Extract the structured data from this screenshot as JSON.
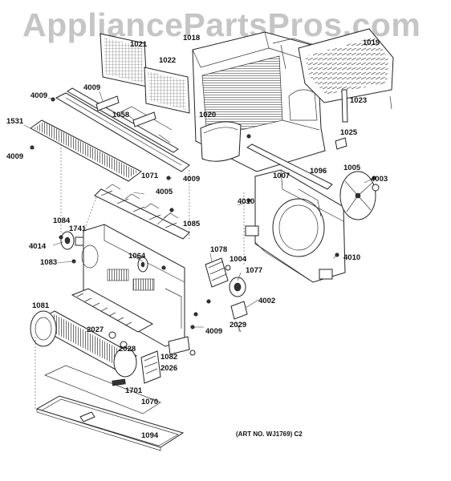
{
  "watermark": "AppliancePartsPros.com",
  "art_no": "(ART NO. WJ1769) C2",
  "labels": {
    "p1021": "1021",
    "p1022": "1022",
    "p1018": "1018",
    "p1019": "1019",
    "p1023": "1023",
    "p1025": "1025",
    "p4009_tl": "4009",
    "p4009_t": "4009",
    "p1058": "1058",
    "p1531": "1531",
    "p4009_l": "4009",
    "p1020": "1020",
    "p1071": "1071",
    "p4009_m": "4009",
    "p1007": "1007",
    "p1096": "1096",
    "p1005": "1005",
    "p4003": "4003",
    "p4005": "4005",
    "p4010_a": "4010",
    "p1085": "1085",
    "p1084": "1084",
    "p1741": "1741",
    "p4014": "4014",
    "p1083": "1083",
    "p1064": "1064",
    "p1078": "1078",
    "p1004": "1004",
    "p1077": "1077",
    "p4010_b": "4010",
    "p4002": "4002",
    "p1081": "1081",
    "p2027": "2027",
    "p2028": "2028",
    "p2029": "2029",
    "p4009_b": "4009",
    "p1082": "1082",
    "p2026": "2026",
    "p1701": "1701",
    "p1070": "1070",
    "p1094": "1094"
  }
}
